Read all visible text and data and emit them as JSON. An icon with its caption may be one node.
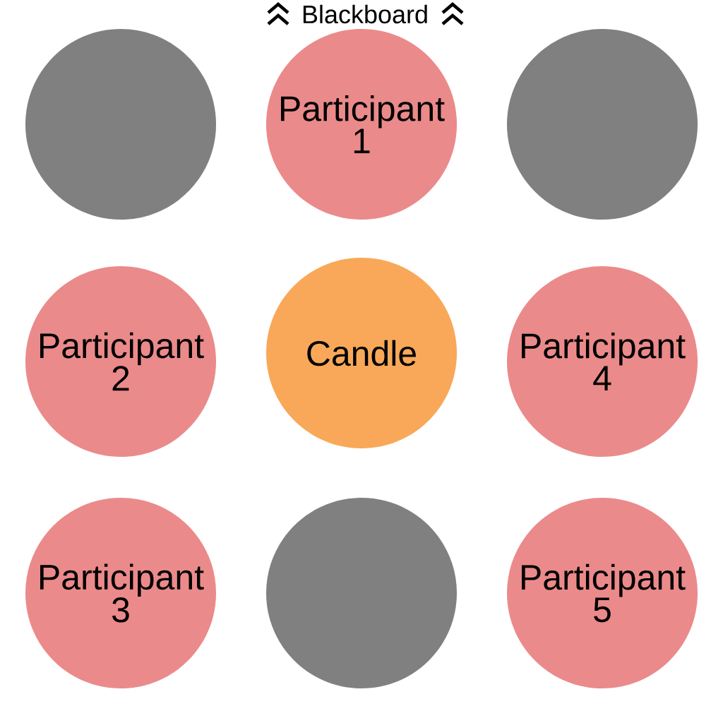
{
  "diagram": {
    "nodes": [
      {
        "text": [],
        "shape": "circle"
      },
      {
        "text": [
          "Participant 1"
        ]
      },
      {
        "text": [],
        "shape": "circle"
      },
      {
        "text": [
          "Participant 2"
        ]
      },
      {
        "text": [
          "Candle"
        ]
      },
      {
        "text": [
          "Participant 4"
        ]
      },
      {
        "text": [
          "Participant 3"
        ]
      },
      {
        "text": [],
        "shape": "circle"
      },
      {
        "text": [
          "Participant 5"
        ]
      }
    ],
    "labels": [
      "Blackboard"
    ]
  }
}
